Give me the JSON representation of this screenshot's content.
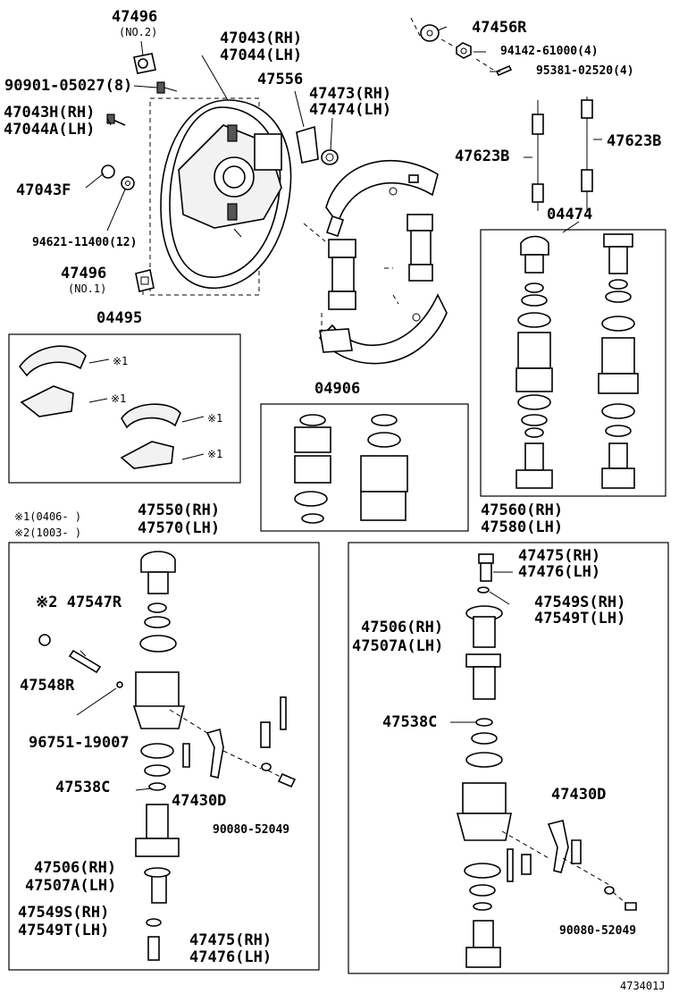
{
  "diagram_code": "473401J",
  "labels": {
    "p47496_no2": "47496",
    "p47496_no2_note": "(NO.2)",
    "p47043_rh": "47043(RH)",
    "p47044_lh": "47044(LH)",
    "p47456r": "47456R",
    "p94142": "94142-61000(4)",
    "p95381": "95381-02520(4)",
    "p90901": "90901-05027(8)",
    "p47556": "47556",
    "p47473_rh": "47473(RH)",
    "p47474_lh": "47474(LH)",
    "p47043h_rh": "47043H(RH)",
    "p47044a_lh": "47044A(LH)",
    "p47623b_left": "47623B",
    "p47623b_right": "47623B",
    "p47043f": "47043F",
    "p04474": "04474",
    "p94621": "94621-11400(12)",
    "p47496_no1": "47496",
    "p47496_no1_note": "(NO.1)",
    "p04495": "04495",
    "mark1_a": "※1",
    "mark1_b": "※1",
    "mark1_c": "※1",
    "mark1_d": "※1",
    "p04906": "04906",
    "p47550_rh": "47550(RH)",
    "p47570_lh": "47570(LH)",
    "note1": "※1(0406-    )",
    "note2": "※2(1003-    )",
    "p47560_rh": "47560(RH)",
    "p47580_lh": "47580(LH)",
    "p47547r": "※2 47547R",
    "p47548r": "47548R",
    "p96751": "96751-19007",
    "p47538c_left": "47538C",
    "p47430d_left": "47430D",
    "p90080_left": "90080-52049",
    "p47506_rh_left": "47506(RH)",
    "p47507a_lh_left": "47507A(LH)",
    "p47549s_rh_left": "47549S(RH)",
    "p47549t_lh_left": "47549T(LH)",
    "p47475_rh_left": "47475(RH)",
    "p47476_lh_left": "47476(LH)",
    "p47475_rh_right": "47475(RH)",
    "p47476_lh_right": "47476(LH)",
    "p47549s_rh_right": "47549S(RH)",
    "p47549t_lh_right": "47549T(LH)",
    "p47506_rh_right": "47506(RH)",
    "p47507a_lh_right": "47507A(LH)",
    "p47538c_right": "47538C",
    "p47430d_right": "47430D",
    "p90080_right": "90080-52049"
  }
}
